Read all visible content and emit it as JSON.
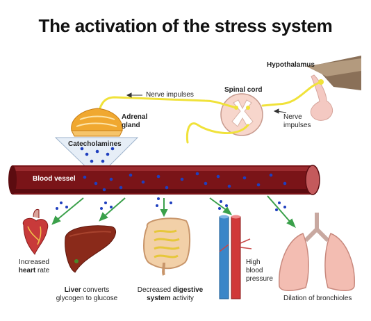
{
  "title": "The activation of the stress system",
  "labels": {
    "hypothalamus": "Hypothalamus",
    "spinal_cord": "Spinal cord",
    "nerve_impulses_top": "Nerve impulses",
    "nerve_impulses_right_1": "Nerve",
    "nerve_impulses_right_2": "impulses",
    "adrenal_1": "Adrenal",
    "adrenal_2": "gland",
    "catecholamines": "Catecholamines",
    "blood_vessel": "Blood vessel"
  },
  "effects": {
    "heart": {
      "line1": "Increased",
      "bold": "heart",
      "rest": " rate"
    },
    "liver": {
      "bold": "Liver",
      "rest1": " converts",
      "line2": "glycogen to glucose"
    },
    "digestive": {
      "pre": "Decreased ",
      "bold1": "digestive",
      "bold2": "system",
      "rest": " activity"
    },
    "blood_pressure": {
      "line1": "High",
      "line2": "blood",
      "line3": "pressure"
    },
    "lungs": {
      "text": "Dilation of bronchioles"
    }
  },
  "colors": {
    "vessel": "#7a1418",
    "dots": "#1f3fbf",
    "nerve": "#f0e23a",
    "arrows": "#3aa04a",
    "adrenal": "#f0a830"
  }
}
